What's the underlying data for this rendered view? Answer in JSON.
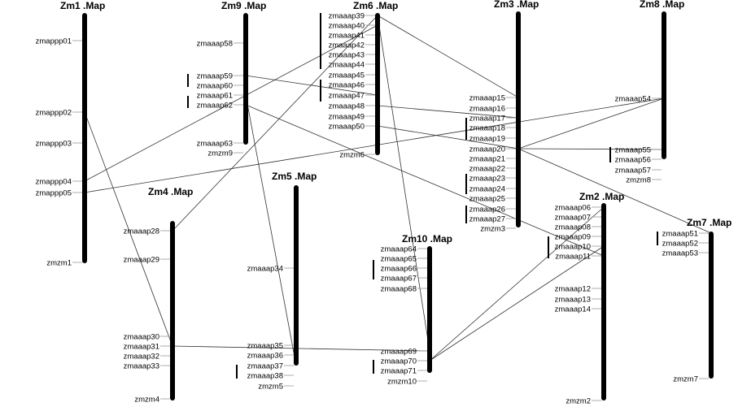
{
  "chromosomes": [
    {
      "id": "zm1",
      "title": "Zm1 .Map",
      "genes": [
        "zmappp01",
        "zmappp02",
        "zmappp03",
        "zmappp04",
        "zmappp05",
        "zmzm1"
      ]
    },
    {
      "id": "zm9",
      "title": "Zm9 .Map",
      "genes": [
        "zmaaap58",
        "zmaaap59",
        "zmaaap60",
        "zmaaap61",
        "zmaaap62",
        "zmaaap63",
        "zmzm9"
      ]
    },
    {
      "id": "zm6",
      "title": "Zm6 .Map",
      "genes": [
        "zmaaap39",
        "zmaaap40",
        "zmaaap41",
        "zmaaap42",
        "zmaaap43",
        "zmaaap44",
        "zmaaap45",
        "zmaaap46",
        "zmaaap47",
        "zmaaap48",
        "zmaaap49",
        "zmaaap50",
        "zmzm6"
      ]
    },
    {
      "id": "zm3",
      "title": "Zm3 .Map",
      "genes": [
        "zmaaap15",
        "zmaaap16",
        "zmaaap17",
        "zmaaap18",
        "zmaaap19",
        "zmaaap20",
        "zmaaap21",
        "zmaaap22",
        "zmaaap23",
        "zmaaap24",
        "zmaaap25",
        "zmaaap26",
        "zmaaap27",
        "zmzm3"
      ]
    },
    {
      "id": "zm8",
      "title": "Zm8 .Map",
      "genes": [
        "zmaaap54",
        "zmaaap55",
        "zmaaap56",
        "zmaaap57",
        "zmzm8"
      ]
    },
    {
      "id": "zm4",
      "title": "Zm4 .Map",
      "genes": [
        "zmaaap28",
        "zmaaap29",
        "zmaaap30",
        "zmaaap31",
        "zmaaap32",
        "zmaaap33",
        "zmzm4"
      ]
    },
    {
      "id": "zm5",
      "title": "Zm5 .Map",
      "genes": [
        "zmaaap34",
        "zmaaap35",
        "zmaaap36",
        "zmaaap37",
        "zmaaap38",
        "zmzm5"
      ]
    },
    {
      "id": "zm10",
      "title": "Zm10 .Map",
      "genes": [
        "zmaaap64",
        "zmaaap65",
        "zmaaap66",
        "zmaaap67",
        "zmaaap68",
        "zmaaap69",
        "zmaaap70",
        "zmaaap71",
        "zmzm10"
      ]
    },
    {
      "id": "zm2",
      "title": "Zm2 .Map",
      "genes": [
        "zmaaap06",
        "zmaaap07",
        "zmaaap08",
        "zmaaap09",
        "zmaaap10",
        "zmaaap11",
        "zmaaap12",
        "zmaaap13",
        "zmaaap14",
        "zmzm2"
      ]
    },
    {
      "id": "zm7",
      "title": "Zm7 .Map",
      "genes": [
        "zmaaap51",
        "zmaaap52",
        "zmaaap53",
        "zmzm7"
      ]
    }
  ],
  "links": [
    [
      "zmappp02",
      "zmaaap31"
    ],
    [
      "zmappp04",
      "zmaaap40"
    ],
    [
      "zmappp05",
      "zmaaap54"
    ],
    [
      "zmaaap61",
      "zmaaap37"
    ],
    [
      "zmaaap59",
      "zmaaap47"
    ],
    [
      "zmaaap62",
      "zmaaap11"
    ],
    [
      "zmaaap39",
      "zmaaap28"
    ],
    [
      "zmaaap39",
      "zmaaap15"
    ],
    [
      "zmaaap39",
      "zmaaap69"
    ],
    [
      "zmaaap48",
      "zmaaap17"
    ],
    [
      "zmaaap50",
      "zmaaap20"
    ],
    [
      "zmaaap20",
      "zmaaap54"
    ],
    [
      "zmaaap20",
      "zmaaap55"
    ],
    [
      "zmaaap20",
      "zmaaap51"
    ],
    [
      "zmaaap31",
      "zmaaap69"
    ],
    [
      "zmaaap70",
      "zmaaap06"
    ],
    [
      "zmaaap70",
      "zmaaap10"
    ]
  ]
}
